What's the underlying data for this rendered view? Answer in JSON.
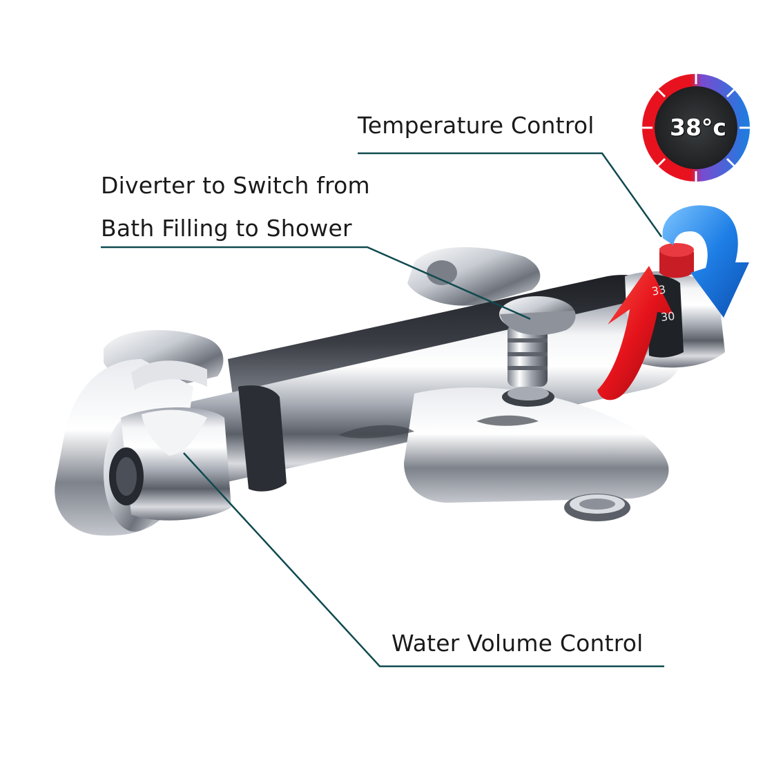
{
  "callouts": {
    "temperature": "Temperature Control",
    "diverter_line1": "Diverter to Switch from",
    "diverter_line2": "Bath Filling to Shower",
    "water_volume": "Water Volume Control"
  },
  "temperature_badge": {
    "text": "38°c",
    "hot_color": "#e8121f",
    "cold_color": "#1a7fe0"
  },
  "dial_scale": {
    "marks": [
      "33",
      "30"
    ]
  },
  "colors": {
    "leader_line": "#0f4a4f",
    "chrome_base": "#c9ccd2",
    "chrome_dark": "#2a2d33",
    "hot_arrow": "#e5131b",
    "cold_arrow": "#1e7fe6"
  }
}
